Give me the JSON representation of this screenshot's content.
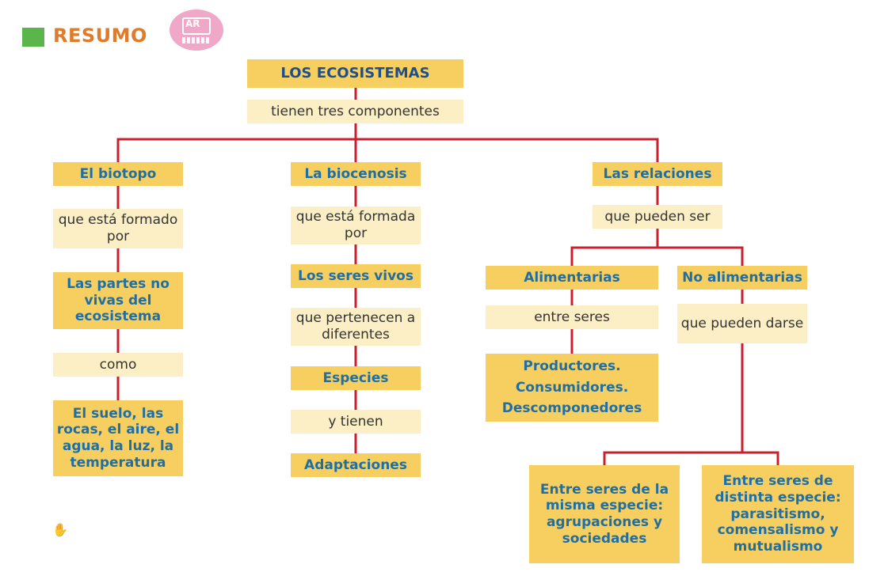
{
  "header": {
    "title": "RESUMO",
    "badge_text": "AR",
    "accent_color": "#5ab54a",
    "title_color": "#e07b2a"
  },
  "diagram": {
    "root": "LOS ECOSISTEMAS",
    "root_link": "tienen tres componentes",
    "branches": {
      "biotopo": {
        "label": "El biotopo",
        "link1": "que está formado por",
        "node1": "Las partes no vivas del ecosistema",
        "link2": "como",
        "node2": "El suelo, las rocas, el aire, el agua, la luz, la temperatura"
      },
      "biocenosis": {
        "label": "La biocenosis",
        "link1": "que está formada por",
        "node1": "Los seres vivos",
        "link2": "que pertenecen a diferentes",
        "node2": "Especies",
        "link3": "y tienen",
        "node3": "Adaptaciones"
      },
      "relaciones": {
        "label": "Las relaciones",
        "link1": "que pueden ser",
        "alimentarias": {
          "label": "Alimentarias",
          "link": "entre seres",
          "node": "Productores. Consumidores. Descomponedores"
        },
        "no_alimentarias": {
          "label": "No alimentarias",
          "link": "que pueden darse",
          "misma": "Entre seres de la misma especie: agrupaciones y sociedades",
          "distinta": "Entre seres de distinta especie: parasitismo, comensalismo y mutualismo"
        }
      }
    },
    "colors": {
      "line": "#c8202f",
      "main_box": "#f7cf60",
      "connector_box": "#fcefc6",
      "main_text": "#1f6fa5"
    }
  },
  "icons": {
    "cursor": "hand-cursor-icon"
  }
}
